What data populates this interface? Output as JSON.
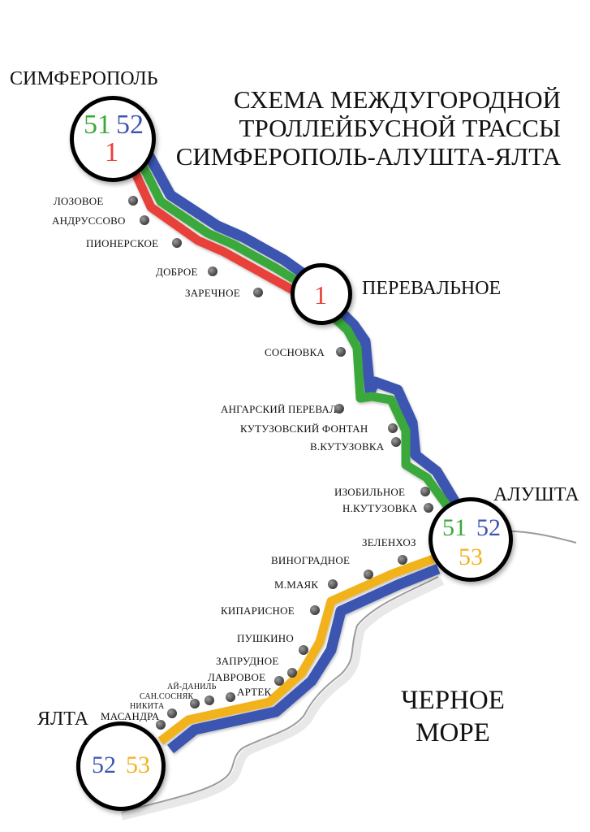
{
  "title": {
    "line1": "СХЕМА МЕЖДУГОРОДНОЙ",
    "line2": "ТРОЛЛЕЙБУСНОЙ ТРАССЫ",
    "line3": "СИМФЕРОПОЛЬ-АЛУШТА-ЯЛТА"
  },
  "colors": {
    "r1": "#e8413a",
    "r51": "#3aa83a",
    "r52": "#3b55b0",
    "r53": "#f2b21d"
  },
  "hubs": {
    "simferopol": {
      "name": "СИМФЕРОПОЛЬ",
      "routes": [
        "51",
        "52",
        "1"
      ]
    },
    "perevalnoe": {
      "name": "ПЕРЕВАЛЬНОЕ",
      "routes": [
        "1"
      ]
    },
    "alushta": {
      "name": "АЛУШТА",
      "routes": [
        "51",
        "52",
        "53"
      ]
    },
    "yalta": {
      "name": "ЯЛТА",
      "routes": [
        "52",
        "53"
      ]
    }
  },
  "stops": {
    "lozovoe": "ЛОЗОВОЕ",
    "andrussovo": "АНДРУССОВО",
    "pionerskoe": "ПИОНЕРСКОЕ",
    "dobroe": "ДОБРОЕ",
    "zarechnoe": "ЗАРЕЧНОЕ",
    "sosnovka": "СОСНОВКА",
    "angarskiy": "АНГАРСКИЙ ПЕРЕВАЛ",
    "kutuz_fontan": "КУТУЗОВСКИЙ ФОНТАН",
    "v_kutuzovka": "В.КУТУЗОВКА",
    "izobilnoe": "ИЗОБИЛЬНОЕ",
    "n_kutuzovka": "Н.КУТУЗОВКА",
    "zelenhoz": "ЗЕЛЕНХОЗ",
    "vinogradnoe": "ВИНОГРАДНОЕ",
    "m_mayak": "М.МАЯК",
    "kiparisnoe": "КИПАРИСНОЕ",
    "pushkino": "ПУШКИНО",
    "zaprudnoe": "ЗАПРУДНОЕ",
    "lavrovoe": "ЛАВРОВОЕ",
    "artek": "АРТЕК",
    "ay_daniel": "АЙ-ДАНИЛЬ",
    "san_sosnyak": "САН.СОСНЯК",
    "nikita": "НИКИТА",
    "massandra": "МАСАНДРА"
  },
  "sea_label": {
    "line1": "ЧЕРНОЕ",
    "line2": "МОРЕ"
  }
}
